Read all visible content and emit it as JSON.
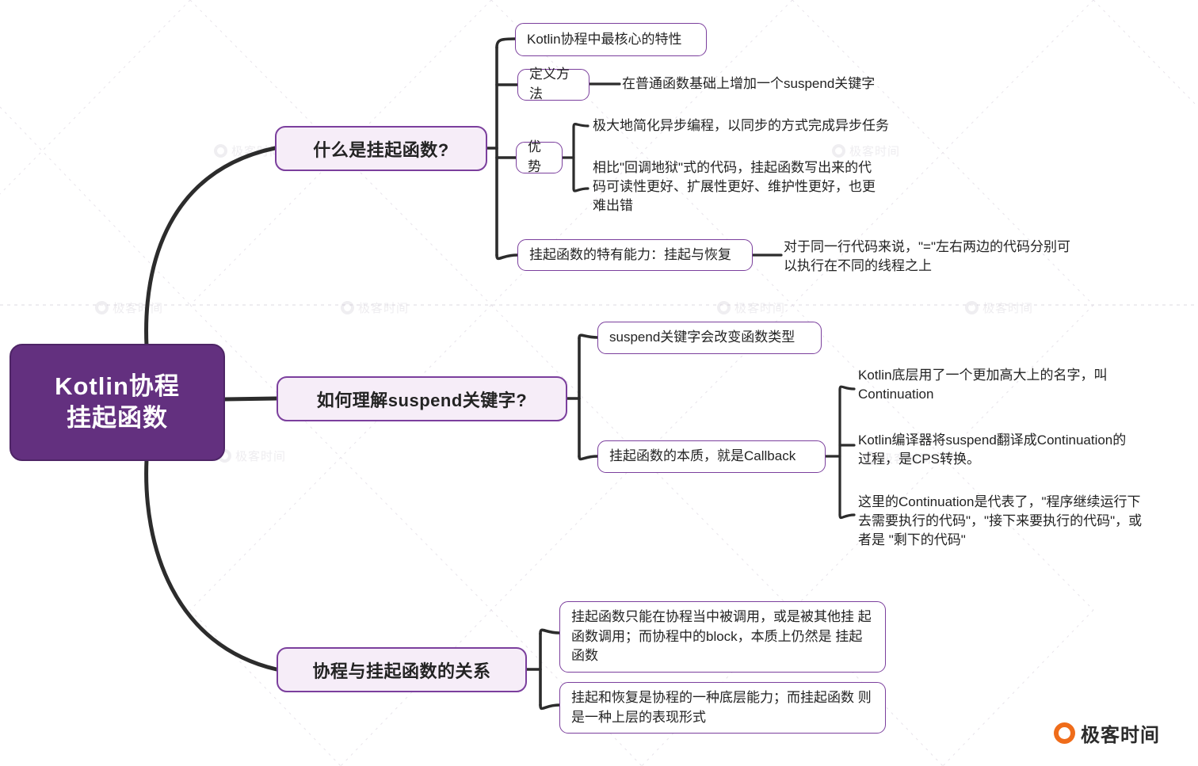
{
  "diagram": {
    "type": "mind-map",
    "root": {
      "line1": "Kotlin协程",
      "line2": "挂起函数"
    },
    "branches": [
      {
        "id": "b1",
        "label": "什么是挂起函数?",
        "children": [
          {
            "label": "Kotlin协程中最核心的特性",
            "kind": "box",
            "children": []
          },
          {
            "label": "定义方法",
            "kind": "box",
            "children": [
              {
                "label": "在普通函数基础上增加一个suspend关键字",
                "kind": "text"
              }
            ]
          },
          {
            "label": "优势",
            "kind": "box",
            "children": [
              {
                "label": "极大地简化异步编程，以同步的方式完成异步任务",
                "kind": "text"
              },
              {
                "label": "相比\"回调地狱\"式的代码，挂起函数写出来的代\n码可读性更好、扩展性更好、维护性更好，也更\n难出错",
                "kind": "text"
              }
            ]
          },
          {
            "label": "挂起函数的特有能力：挂起与恢复",
            "kind": "box",
            "children": [
              {
                "label": "对于同一行代码来说，\"=\"左右两边的代码分别可\n以执行在不同的线程之上",
                "kind": "text"
              }
            ]
          }
        ]
      },
      {
        "id": "b2",
        "label": "如何理解suspend关键字?",
        "children": [
          {
            "label": "suspend关键字会改变函数类型",
            "kind": "box",
            "children": []
          },
          {
            "label": "挂起函数的本质，就是Callback",
            "kind": "box",
            "children": [
              {
                "label": "Kotlin底层用了一个更加高大上的名字，叫\nContinuation",
                "kind": "text"
              },
              {
                "label": "Kotlin编译器将suspend翻译成Continuation的\n过程，是CPS转换。",
                "kind": "text"
              },
              {
                "label": "这里的Continuation是代表了，\"程序继续运行下\n去需要执行的代码\"，\"接下来要执行的代码\"，或\n者是 \"剩下的代码\"",
                "kind": "text"
              }
            ]
          }
        ]
      },
      {
        "id": "b3",
        "label": "协程与挂起函数的关系",
        "children": [
          {
            "label": "挂起函数只能在协程当中被调用，或是被其他挂\n起函数调用；而协程中的block，本质上仍然是\n挂起函数",
            "kind": "box",
            "children": []
          },
          {
            "label": "挂起和恢复是协程的一种底层能力；而挂起函数\n则是一种上层的表现形式",
            "kind": "box",
            "children": []
          }
        ]
      }
    ]
  },
  "watermark": {
    "text": "极客时间",
    "mark": "geek-logo-mark"
  },
  "brand": {
    "text": "极客时间",
    "mark": "geek-logo-mark"
  },
  "colors": {
    "root_fill": "#63307f",
    "root_border": "#4e2566",
    "level2_fill": "#f6edf8",
    "node_border": "#7b3f9d",
    "level3_fill": "#ffffff",
    "connector": "#2c2c2c",
    "text": "#232323",
    "brand_orange": "#ef6c1a",
    "watermark": "#c9c4ce",
    "background": "#ffffff"
  }
}
